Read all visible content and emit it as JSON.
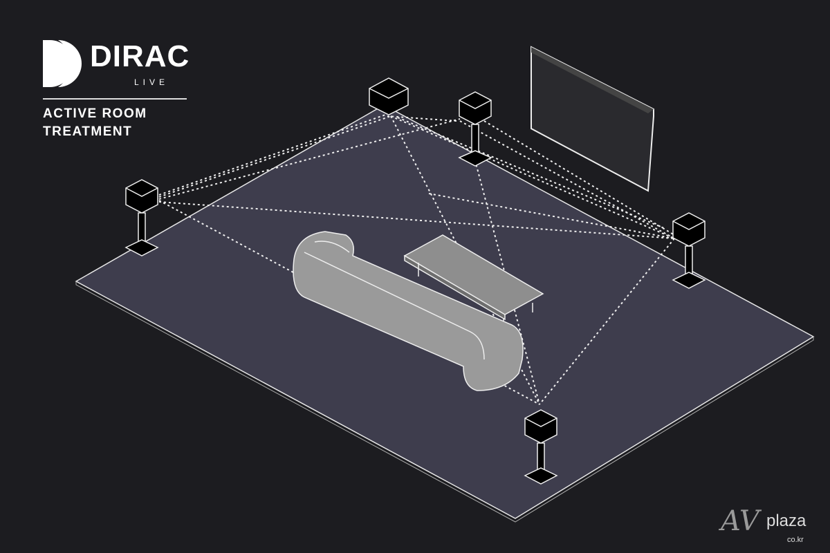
{
  "logo": {
    "brand": "DIRAC",
    "sub": "LIVE",
    "tagline_1": "ACTIVE ROOM",
    "tagline_2": "TREATMENT"
  },
  "watermark": {
    "mark": "AV",
    "name": "plaza",
    "domain": "co.kr"
  },
  "colors": {
    "background": "#1c1c20",
    "floor": "#3e3d4d",
    "furniture": "#9c9c9c",
    "lines": "#ffffff"
  }
}
